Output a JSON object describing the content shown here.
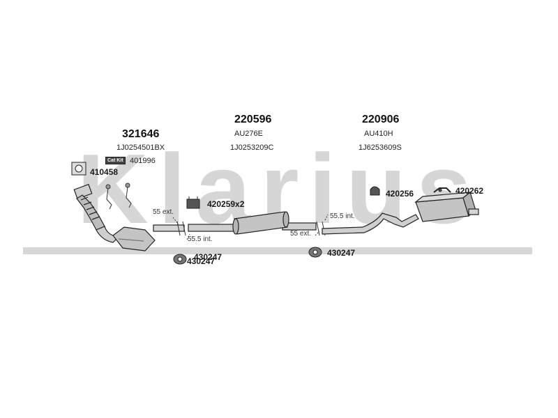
{
  "brand": {
    "watermark": "Klarius"
  },
  "groups": [
    {
      "part_number": "321646",
      "ref_code": "1J0254501BX"
    },
    {
      "part_number": "220596",
      "ref_code_1": "AU276E",
      "ref_code_2": "1J0253209C"
    },
    {
      "part_number": "220906",
      "ref_code_1": "AU410H",
      "ref_code_2": "1J6253609S"
    }
  ],
  "badges": {
    "cat_kit": "Cat Kit",
    "cat_kit_number": "401996"
  },
  "parts": {
    "gasket": "410458",
    "clamp_x2": "420259x2",
    "rubber_mount_left_a": "430247",
    "rubber_mount_left_b": "430247",
    "rubber_mount_right": "430247",
    "hanger_clamp": "420256",
    "bracket": "420262"
  },
  "dimensions": {
    "left_ext": "55 ext.",
    "left_int": "55.5 int.",
    "right_ext": "55 ext.",
    "right_int": "55.5 int."
  },
  "colors": {
    "watermark": "#d4d4d4",
    "part_fill": "#c8c8c8",
    "part_stroke": "#222222"
  }
}
